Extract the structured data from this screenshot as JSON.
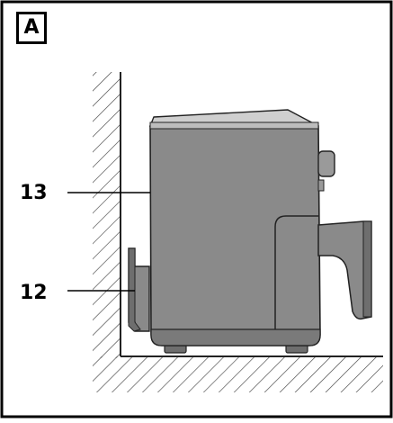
{
  "figure": {
    "panel_label": "A",
    "callouts": [
      {
        "id": "13",
        "text": "13"
      },
      {
        "id": "12",
        "text": "12"
      }
    ],
    "colors": {
      "frame": "#000000",
      "appliance_body": "#8a8a8a",
      "appliance_shade": "#6e6e6e",
      "appliance_top": "#cfcfcf",
      "hatch": "#444444"
    }
  }
}
